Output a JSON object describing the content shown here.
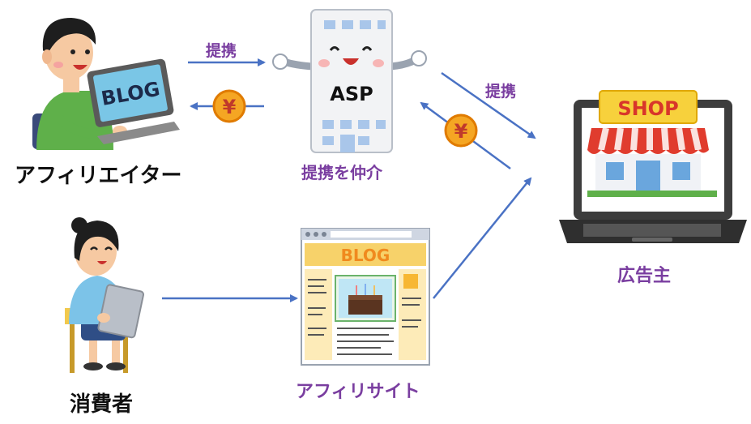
{
  "nodes": {
    "affiliator": {
      "label": "アフィリエイター",
      "screen_text": "BLOG"
    },
    "asp": {
      "badge": "ASP",
      "caption": "提携を仲介"
    },
    "advertiser": {
      "label": "広告主",
      "sign_text": "SHOP"
    },
    "consumer": {
      "label": "消費者"
    },
    "affiliate_site": {
      "label": "アフィリサイト",
      "header_text": "BLOG"
    }
  },
  "edges": {
    "affiliator_to_asp": "提携",
    "asp_to_advertiser": "提携"
  },
  "coins": {
    "symbol": "¥"
  },
  "colors": {
    "arrow": "#4a72c4",
    "label_purple": "#7a3ea0",
    "coin": "#f5a623",
    "shop_awning": "#e03c2e",
    "sign_yellow": "#f7d13c"
  }
}
